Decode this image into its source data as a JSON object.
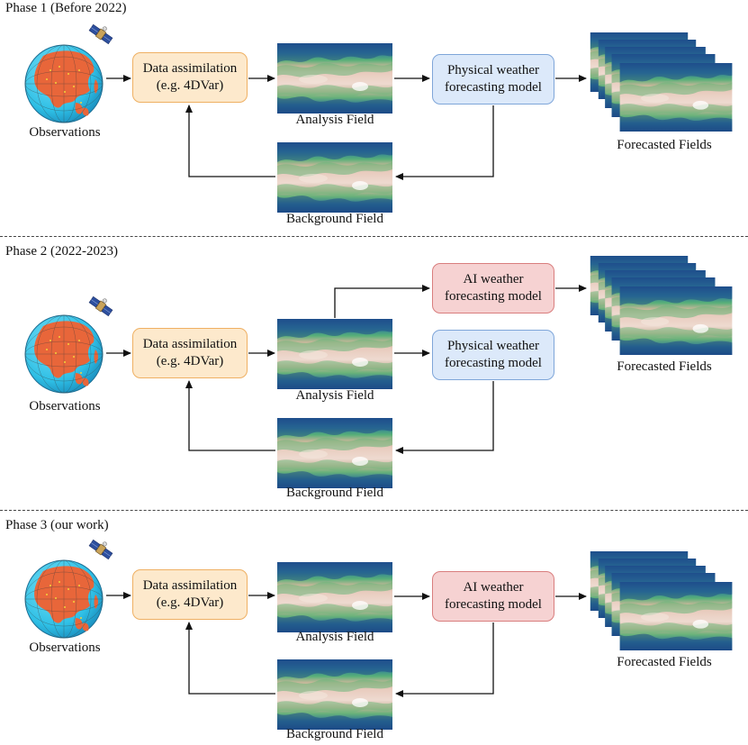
{
  "phases": [
    {
      "title": "Phase 1 (Before 2022)",
      "observations": "Observations",
      "data_assimilation": [
        "Data assimilation",
        "(e.g. 4DVar)"
      ],
      "analysis": "Analysis Field",
      "background": "Background Field",
      "physical_model": [
        "Physical weather",
        "forecasting model"
      ],
      "forecasted": "Forecasted Fields"
    },
    {
      "title": "Phase 2 (2022-2023)",
      "observations": "Observations",
      "data_assimilation": [
        "Data assimilation",
        "(e.g. 4DVar)"
      ],
      "analysis": "Analysis Field",
      "background": "Background Field",
      "ai_model": [
        "AI weather",
        "forecasting model"
      ],
      "physical_model": [
        "Physical weather",
        "forecasting model"
      ],
      "forecasted": "Forecasted Fields"
    },
    {
      "title": "Phase 3 (our work)",
      "observations": "Observations",
      "data_assimilation": [
        "Data assimilation",
        "(e.g. 4DVar)"
      ],
      "analysis": "Analysis Field",
      "background": "Background Field",
      "ai_model": [
        "AI weather",
        "forecasting model"
      ],
      "forecasted": "Forecasted Fields"
    }
  ],
  "colors": {
    "da_fill": "#fde9cc",
    "da_border": "#efb063",
    "physical_fill": "#dce9fa",
    "physical_border": "#7fa6d9",
    "ai_fill": "#f6d2d2",
    "ai_border": "#d97e7e",
    "ocean": "#30c4e8",
    "land": "#e8663a",
    "field_dark": "#1f4e8c",
    "field_green": "#58b078",
    "field_light": "#ecd6c8"
  },
  "icons": [
    "globe-icon",
    "satellite-icon",
    "weather-field-image"
  ]
}
